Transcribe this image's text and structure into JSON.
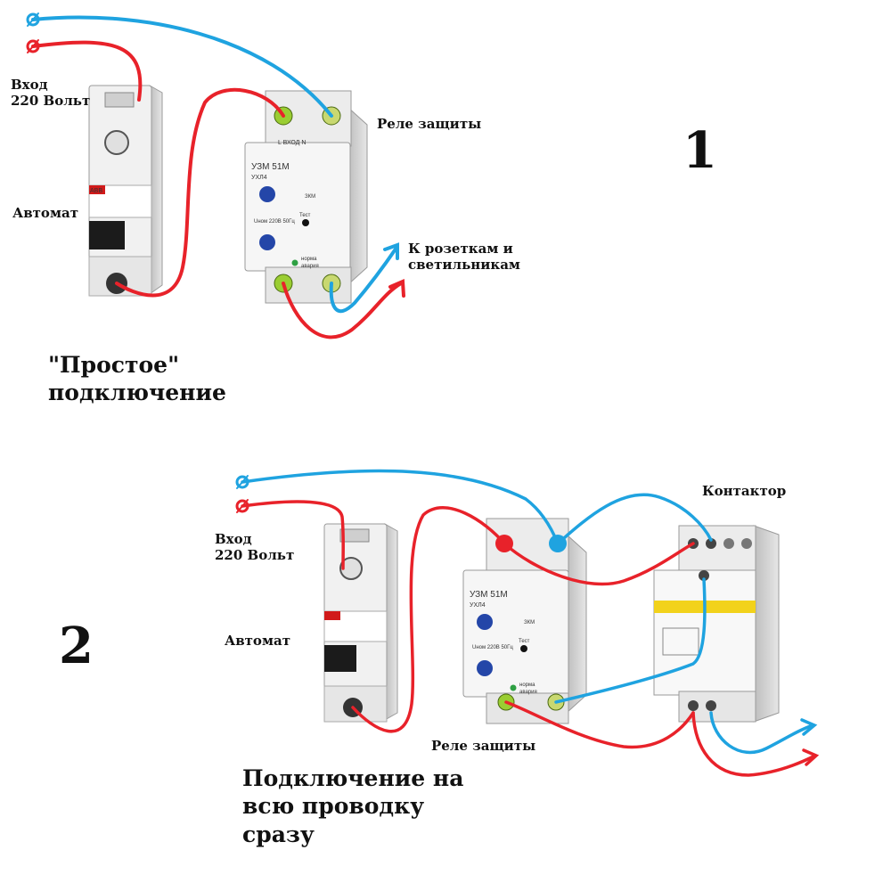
{
  "colors": {
    "phase": "#e8222a",
    "neutral": "#1fa3e0"
  },
  "scheme1": {
    "number": "1",
    "input_label": "Вход\n220 Вольт",
    "breaker_label": "Автомат",
    "relay_label": "Реле защиты",
    "output_label": "К розеткам и\nсветильникам",
    "title": "\"Простое\"\nподключение"
  },
  "scheme2": {
    "number": "2",
    "input_label": "Вход\n220 Вольт",
    "breaker_label": "Автомат",
    "relay_label": "Реле защиты",
    "contactor_label": "Контактор",
    "title": "Подключение на\nвсю проводку\nсразу"
  },
  "relay": {
    "model": "УЗМ 51М",
    "sub": "УХЛ4",
    "terminals": "L    ВХОД    N",
    "rating": "Uном 220В 50Гц",
    "test": "Тест",
    "norm": "норма",
    "fault": "авария",
    "brand": "ЗКМ"
  },
  "breaker": {
    "brand": "ABB"
  }
}
